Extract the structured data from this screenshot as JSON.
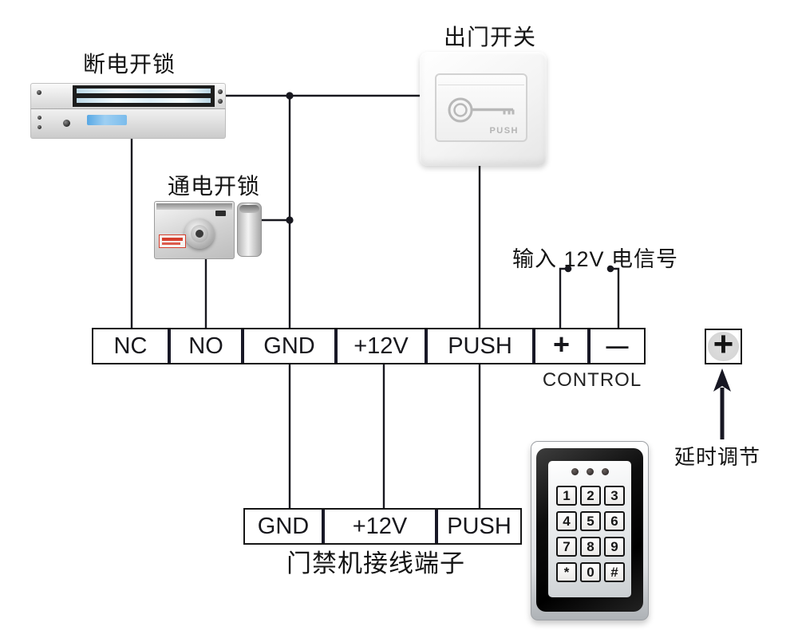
{
  "labels": {
    "maglock": "断电开锁",
    "electric_lock": "通电开锁",
    "exit_switch": "出门开关",
    "input_signal": "输入 12V 电信号",
    "control": "CONTROL",
    "access_terminals": "门禁机接线端子",
    "delay_adjust": "延时调节"
  },
  "exit_switch": {
    "button_text": "PUSH"
  },
  "terminal_strip_main": {
    "cells": [
      "NC",
      "NO",
      "GND",
      "+12V",
      "PUSH",
      "+",
      "—"
    ]
  },
  "terminal_strip_access": {
    "cells": [
      "GND",
      "+12V",
      "PUSH"
    ]
  },
  "delay_button": {
    "symbol": "+"
  },
  "keypad": {
    "led_count": 3,
    "keys": [
      "1",
      "2",
      "3",
      "4",
      "5",
      "6",
      "7",
      "8",
      "9",
      "*",
      "0",
      "#"
    ]
  },
  "colors": {
    "wire": "#18181f",
    "text": "#151515",
    "maglock_sticker_blue": "#6fb7e8",
    "lock_sticker_red": "#d6402f"
  }
}
